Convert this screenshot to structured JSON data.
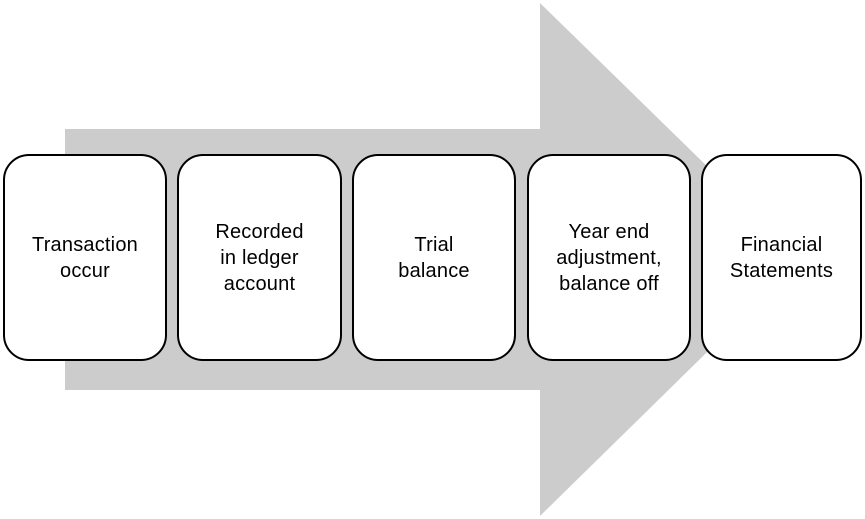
{
  "diagram": {
    "type": "process-flow",
    "direction": "left-to-right",
    "arrow": {
      "shape": "right-arrow",
      "color": "#cccccc"
    },
    "box_style": {
      "fill": "#ffffff",
      "border_color": "#000000",
      "text_color": "#000000"
    },
    "steps": [
      {
        "label": "Transaction\noccur"
      },
      {
        "label": "Recorded\nin ledger\naccount"
      },
      {
        "label": "Trial\nbalance"
      },
      {
        "label": "Year end\nadjustment,\nbalance off"
      },
      {
        "label": "Financial\nStatements"
      }
    ]
  }
}
